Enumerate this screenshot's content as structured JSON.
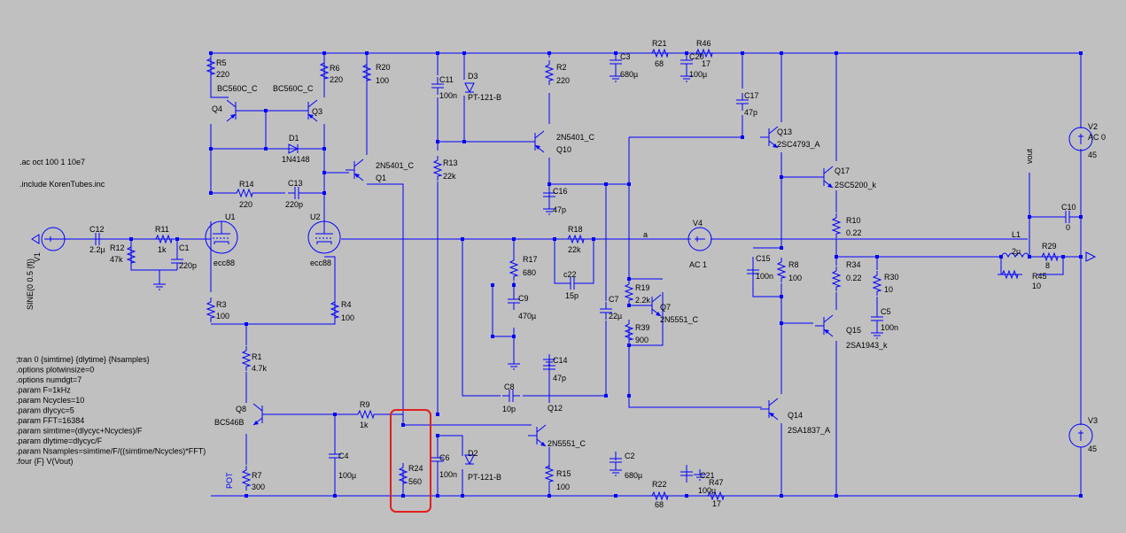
{
  "directives": [
    ".ac oct 100 1 10e7",
    ".include KorenTubes.inc"
  ],
  "spice_lines": [
    ";tran 0 {simtime} {dlytime} {Nsamples}",
    ".options plotwinsize=0",
    ".options numdgt=7",
    ".param F=1kHz",
    ".param Ncycles=10",
    ".param dlycyc=5",
    ".param FFT=16384",
    ".param simtime=(dlycyc+Ncycles)/F",
    ".param dlytime=dlycyc/F",
    ".param Nsamples=simtime/F/((simtime/Ncycles)*FFT)",
    ".four {F} V(Vout)"
  ],
  "source_v1": {
    "name": "V1",
    "value": "SINE(0 0.5 {f})"
  },
  "pot_label": "POT",
  "net_labels": {
    "a": "a",
    "vout": "vout"
  },
  "components": {
    "R5": {
      "name": "R5",
      "value": "220"
    },
    "R6": {
      "name": "R6",
      "value": "220"
    },
    "R20": {
      "name": "R20",
      "value": "100"
    },
    "Q4": {
      "name": "Q4",
      "value": "BC560C_C"
    },
    "Q3": {
      "name": "Q3",
      "value": "BC560C_C"
    },
    "D1": {
      "name": "D1",
      "value": "1N4148"
    },
    "Q1": {
      "name": "Q1",
      "value": "2N5401_C"
    },
    "R14": {
      "name": "R14",
      "value": "220"
    },
    "C13": {
      "name": "C13",
      "value": "220p"
    },
    "U1": {
      "name": "U1",
      "value": "ecc88"
    },
    "U2": {
      "name": "U2",
      "value": "ecc88"
    },
    "C12": {
      "name": "C12",
      "value": "2.2µ"
    },
    "R12": {
      "name": "R12",
      "value": "47k"
    },
    "R11": {
      "name": "R11",
      "value": "1k"
    },
    "C1": {
      "name": "C1",
      "value": "220p"
    },
    "R3": {
      "name": "R3",
      "value": "100"
    },
    "R4": {
      "name": "R4",
      "value": "100"
    },
    "R1": {
      "name": "R1",
      "value": "4.7k"
    },
    "Q8": {
      "name": "Q8",
      "value": "BC546B"
    },
    "R7": {
      "name": "R7",
      "value": "300"
    },
    "C4": {
      "name": "C4",
      "value": "100µ"
    },
    "R9": {
      "name": "R9",
      "value": "1k"
    },
    "R24": {
      "name": "R24",
      "value": "560"
    },
    "C11": {
      "name": "C11",
      "value": "100n"
    },
    "D3": {
      "name": "D3",
      "value": "PT-121-B"
    },
    "R13": {
      "name": "R13",
      "value": "22k"
    },
    "C6": {
      "name": "C6",
      "value": "100n"
    },
    "D2": {
      "name": "D2",
      "value": "PT-121-B"
    },
    "R2": {
      "name": "R2",
      "value": "220"
    },
    "Q10": {
      "name": "Q10",
      "value": "2N5401_C"
    },
    "C16": {
      "name": "C16",
      "value": "47p"
    },
    "R17": {
      "name": "R17",
      "value": "680"
    },
    "C9": {
      "name": "C9",
      "value": "470µ"
    },
    "R18": {
      "name": "R18",
      "value": "22k"
    },
    "C22": {
      "name": "c22",
      "value": "15p"
    },
    "C7": {
      "name": "C7",
      "value": "22µ"
    },
    "C8": {
      "name": "C8",
      "value": "10p"
    },
    "C14": {
      "name": "C14",
      "value": "47p"
    },
    "Q12": {
      "name": "Q12",
      "value": "2N5551_C"
    },
    "R15": {
      "name": "R15",
      "value": "100"
    },
    "C3": {
      "name": "C3",
      "value": "680µ"
    },
    "R21": {
      "name": "R21",
      "value": "68"
    },
    "C20": {
      "name": "C20",
      "value": "100µ"
    },
    "R46": {
      "name": "R46",
      "value": "17"
    },
    "C2": {
      "name": "C2",
      "value": "680µ"
    },
    "R22": {
      "name": "R22",
      "value": "68"
    },
    "C21": {
      "name": "C21",
      "value": "100µ"
    },
    "R47": {
      "name": "R47",
      "value": "17"
    },
    "R19": {
      "name": "R19",
      "value": "2.2k"
    },
    "Q7": {
      "name": "Q7",
      "value": "2N5551_C"
    },
    "R39": {
      "name": "R39",
      "value": "900"
    },
    "V4": {
      "name": "V4",
      "value": "AC 1"
    },
    "C17": {
      "name": "C17",
      "value": "47p"
    },
    "Q13": {
      "name": "Q13",
      "value": "2SC4793_A"
    },
    "C15": {
      "name": "C15",
      "value": "100n"
    },
    "R8": {
      "name": "R8",
      "value": "100"
    },
    "Q14": {
      "name": "Q14",
      "value": "2SA1837_A"
    },
    "Q17": {
      "name": "Q17",
      "value": "2SC5200_k"
    },
    "R10": {
      "name": "R10",
      "value": "0.22"
    },
    "R34": {
      "name": "R34",
      "value": "0.22"
    },
    "Q15": {
      "name": "Q15",
      "value": "2SA1943_k"
    },
    "R30": {
      "name": "R30",
      "value": "10"
    },
    "C5": {
      "name": "C5",
      "value": "100n"
    },
    "L1": {
      "name": "L1",
      "value": "2µ"
    },
    "R29": {
      "name": "R29",
      "value": "8"
    },
    "R45": {
      "name": "R45",
      "value": "10"
    },
    "C10": {
      "name": "C10",
      "value": "0"
    },
    "V2": {
      "name": "V2",
      "value": "AC 0"
    },
    "V2v": {
      "name": "",
      "value": "45"
    },
    "V3": {
      "name": "V3",
      "value": "45"
    }
  },
  "colors": {
    "background": "#c0c0c0",
    "wire": "#0000ff",
    "highlight": "#e02020",
    "text": "#000000"
  }
}
